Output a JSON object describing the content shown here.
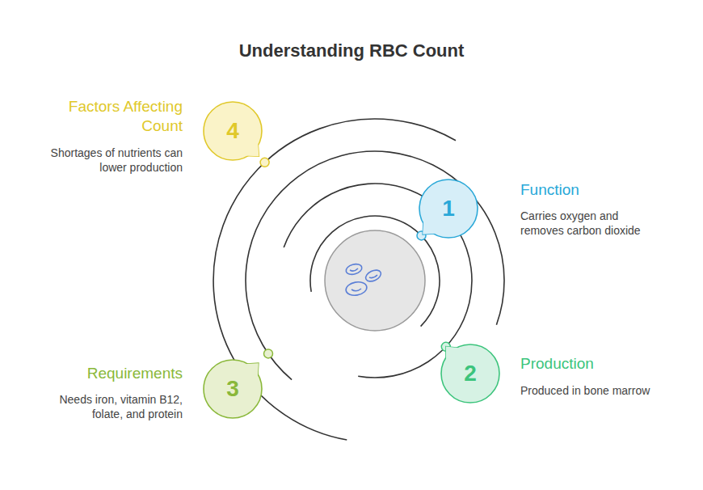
{
  "diagram": {
    "title": "Understanding RBC Count",
    "nodes": [
      {
        "text": [
          "1",
          "Function",
          "Carries oxygen and removes carbon dioxide"
        ]
      },
      {
        "text": [
          "2",
          "Production",
          "Produced in bone marrow"
        ]
      },
      {
        "text": [
          "3",
          "Requirements",
          "Needs iron, vitamin B12, folate, and protein"
        ]
      },
      {
        "text": [
          "4",
          "Factors Affecting Count",
          "Shortages of nutrients can lower production"
        ]
      }
    ]
  }
}
